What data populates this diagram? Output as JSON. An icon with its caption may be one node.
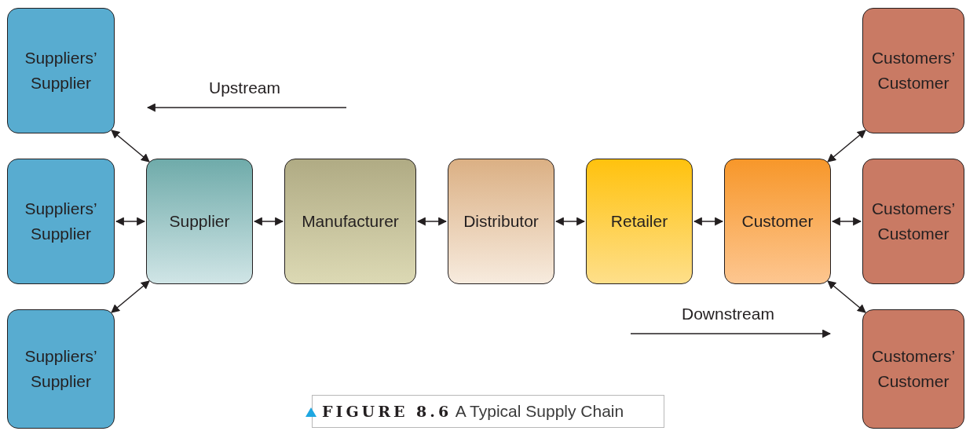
{
  "diagram": {
    "caption": "**FIGURE 8.6** A Typical Supply Chain",
    "nodes": [
      {
        "text": [
          "Suppliers’ Supplier"
        ]
      },
      {
        "text": [
          "Suppliers’ Supplier"
        ]
      },
      {
        "text": [
          "Suppliers’ Supplier"
        ]
      },
      {
        "text": [
          "Supplier"
        ]
      },
      {
        "text": [
          "Manufacturer"
        ]
      },
      {
        "text": [
          "Distributor"
        ]
      },
      {
        "text": [
          "Retailer"
        ]
      },
      {
        "text": [
          "Customer"
        ]
      },
      {
        "text": [
          "Customers’ Customer"
        ]
      },
      {
        "text": [
          "Customers’ Customer"
        ]
      },
      {
        "text": [
          "Customers’ Customer"
        ]
      }
    ],
    "edges": [
      {
        "from": 0,
        "to": 3,
        "arrow": "both"
      },
      {
        "from": 1,
        "to": 3,
        "arrow": "both"
      },
      {
        "from": 2,
        "to": 3,
        "arrow": "both"
      },
      {
        "from": 3,
        "to": 4,
        "arrow": "both"
      },
      {
        "from": 4,
        "to": 5,
        "arrow": "both"
      },
      {
        "from": 5,
        "to": 6,
        "arrow": "both"
      },
      {
        "from": 6,
        "to": 7,
        "arrow": "both"
      },
      {
        "from": 7,
        "to": 8,
        "arrow": "both"
      },
      {
        "from": 7,
        "to": 9,
        "arrow": "both"
      },
      {
        "from": 7,
        "to": 10,
        "arrow": "both"
      }
    ],
    "labels": [
      "Upstream",
      "Downstream"
    ]
  }
}
